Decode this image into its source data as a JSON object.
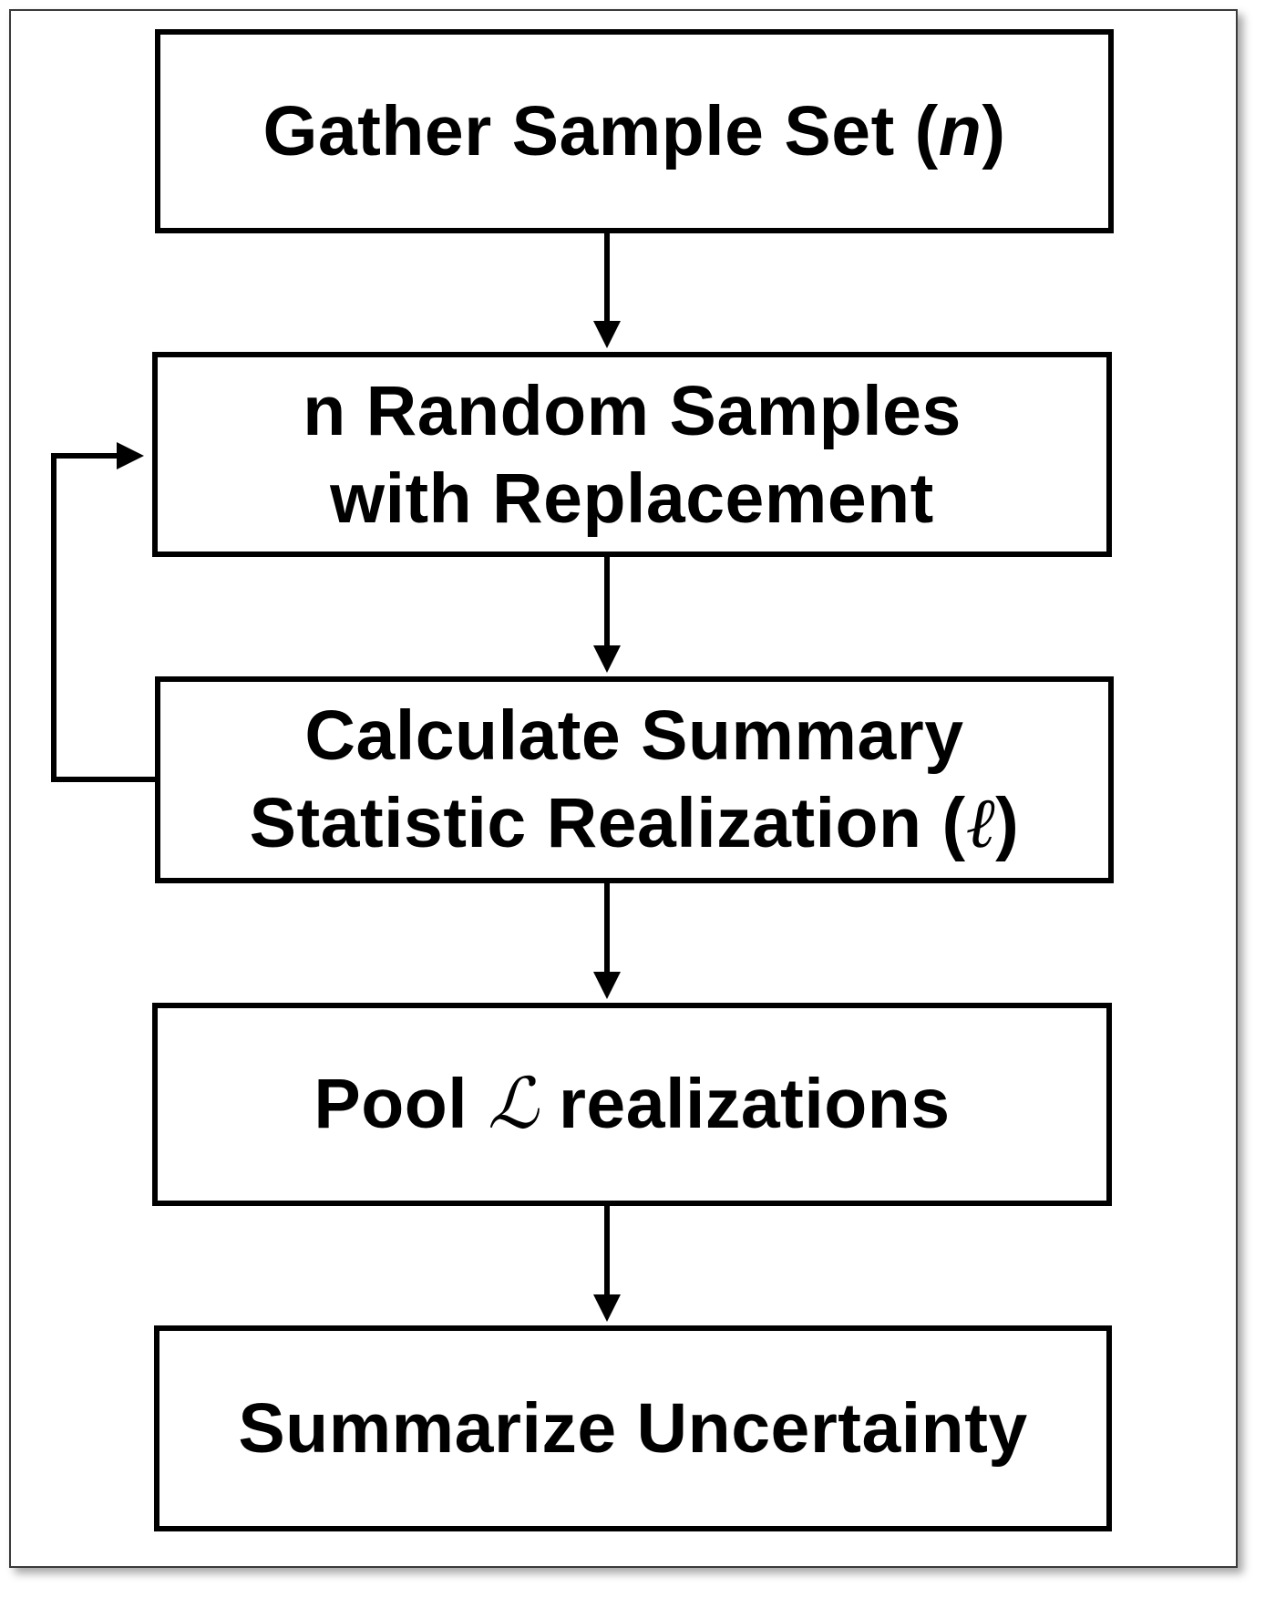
{
  "diagram": {
    "type": "flowchart",
    "nodes": [
      {
        "id": "gather",
        "lines": [
          {
            "before": "Gather Sample Set (",
            "symbol": "n",
            "after": ")"
          }
        ]
      },
      {
        "id": "random",
        "lines": [
          {
            "text": "n Random Samples"
          },
          {
            "text": "with Replacement"
          }
        ]
      },
      {
        "id": "calculate",
        "lines": [
          {
            "text": "Calculate Summary"
          },
          {
            "before": "Statistic Realization (",
            "symbol": "ℓ",
            "after": ")"
          }
        ]
      },
      {
        "id": "pool",
        "lines": [
          {
            "before": "Pool ",
            "symbol": "ℒ",
            "after": " realizations"
          }
        ]
      },
      {
        "id": "summarize",
        "lines": [
          {
            "text": "Summarize Uncertainty"
          }
        ]
      }
    ],
    "edges": [
      {
        "from": "gather",
        "to": "random"
      },
      {
        "from": "random",
        "to": "calculate"
      },
      {
        "from": "calculate",
        "to": "random",
        "kind": "loop-back"
      },
      {
        "from": "calculate",
        "to": "pool"
      },
      {
        "from": "pool",
        "to": "summarize"
      }
    ]
  }
}
